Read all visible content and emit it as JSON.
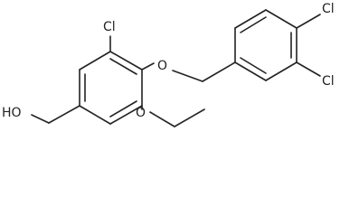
{
  "diagram": {
    "type": "chemical-structure",
    "atoms": {
      "cl_top": "Cl",
      "o_ether": "O",
      "cl_ring_a": "Cl",
      "cl_ring_b": "Cl",
      "ho": "HO",
      "o_ethoxy": "O"
    },
    "colors": {
      "bond": "#222222",
      "label": "#222222",
      "background": "#ffffff"
    }
  }
}
